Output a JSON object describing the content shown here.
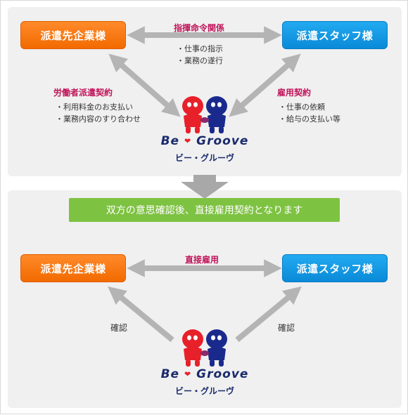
{
  "top": {
    "client_box": "派遣先企業様",
    "staff_box": "派遣スタッフ様",
    "center_relation": "指揮命令関係",
    "center_items": [
      "・仕事の指示",
      "・業務の遂行"
    ],
    "left_relation": "労働者派遣契約",
    "left_items": [
      "・利用料金のお支払い",
      "・業務内容のすり合わせ"
    ],
    "right_relation": "雇用契約",
    "right_items": [
      "・仕事の依頼",
      "・給与の支払い等"
    ],
    "logo": {
      "wordmark_left": "Be",
      "wordmark_right": "Groove",
      "katakana": "ビー・グルーヴ"
    }
  },
  "banner": "双方の意思確認後、直接雇用契約となります",
  "bottom": {
    "client_box": "派遣先企業様",
    "staff_box": "派遣スタッフ様",
    "center_relation": "直接雇用",
    "left_label": "確認",
    "right_label": "確認",
    "logo": {
      "wordmark_left": "Be",
      "wordmark_right": "Groove",
      "katakana": "ビー・グルーヴ"
    }
  },
  "colors": {
    "orange": "#f26a00",
    "blue": "#0a8ad8",
    "relation_text": "#c0145a",
    "arrow_gray": "#b4b4b4",
    "banner_green": "#7ec242",
    "mascot_red": "#e8202a",
    "mascot_navy": "#1a2a8c"
  }
}
